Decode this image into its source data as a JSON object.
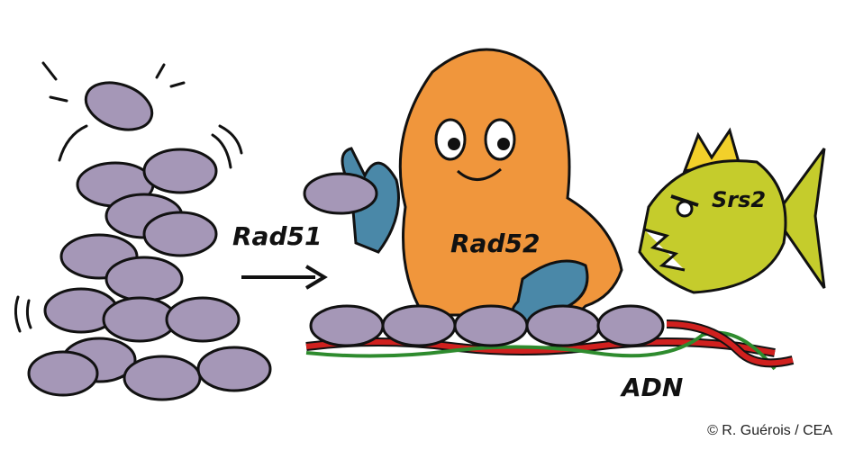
{
  "labels": {
    "rad51": "Rad51",
    "rad52": "Rad52",
    "srs2": "Srs2",
    "dna": "ADN"
  },
  "credit": "© R. Guérois / CEA",
  "colors": {
    "rad51_protein": "#A597B7",
    "rad52_body": "#F0963C",
    "glove": "#4A88A8",
    "fish": "#C5CC2C",
    "fin": "#F2D02A",
    "dna_strand_1": "#D0201E",
    "dna_strand_2": "#2E8B2E"
  }
}
